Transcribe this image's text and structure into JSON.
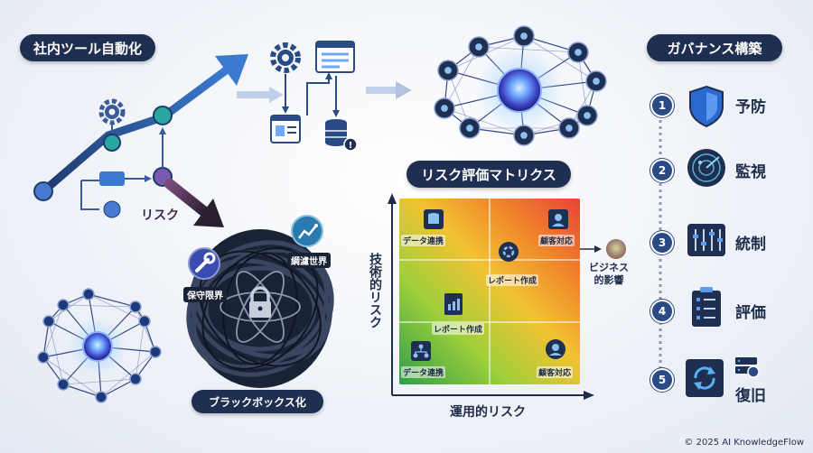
{
  "automation": {
    "title": "社内ツール自動化",
    "risk_label": "リスク"
  },
  "blackbox": {
    "title": "ブラックボックス化",
    "maintenance": "保守限界",
    "intricate": "綱濾世界"
  },
  "matrix": {
    "title": "リスク評価マトリクス",
    "y_axis": "技術的リスク",
    "x_axis": "運用的リスク",
    "business_impact": "ビジネス\n的影響",
    "cells": [
      {
        "label": "データ連携"
      },
      {
        "label": "顧客対応"
      },
      {
        "label": "レポート作成"
      },
      {
        "label": "レポート作成"
      },
      {
        "label": "データ連携"
      },
      {
        "label": "顧客対応"
      }
    ]
  },
  "governance": {
    "title": "ガバナンス構築",
    "steps": [
      {
        "num": "1",
        "label": "予防"
      },
      {
        "num": "2",
        "label": "監視"
      },
      {
        "num": "3",
        "label": "統制"
      },
      {
        "num": "4",
        "label": "評価"
      },
      {
        "num": "5",
        "label": "復旧"
      }
    ]
  },
  "footer": {
    "copyright": "© 2025 AI KnowledgeFlow"
  },
  "colors": {
    "navy": "#1f2f52",
    "teal": "#2aa8a0",
    "purple": "#7a5ab0",
    "blue": "#3a6fc0"
  }
}
